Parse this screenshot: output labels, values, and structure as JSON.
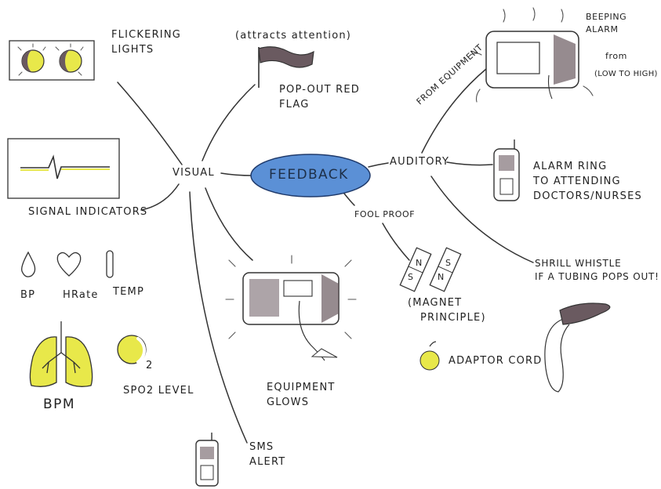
{
  "center": {
    "label": "FEEDBACK"
  },
  "branches": {
    "visual": "VISUAL",
    "auditory": "AUDITORY",
    "fool_proof": "FOOL PROOF",
    "from_equipment": "FROM EQUIPMENT"
  },
  "visual_items": {
    "flickering_lights": [
      "FLICKERING",
      "LIGHTS"
    ],
    "attracts_attention": "(attracts attention)",
    "pop_out_flag": [
      "POP-OUT RED",
      "FLAG"
    ],
    "signal_indicators": "SIGNAL INDICATORS",
    "equipment_glows": [
      "EQUIPMENT",
      "GLOWS"
    ],
    "sms_alert": [
      "SMS",
      "ALERT"
    ]
  },
  "vitals": {
    "bp": "BP",
    "hrate": "HRate",
    "temp": "TEMP",
    "bpm": "BPM",
    "spo2": "SPO2 LEVEL",
    "o2_subscript": "2"
  },
  "auditory_items": {
    "beeping_alarm": [
      "BEEPING",
      "ALARM"
    ],
    "from": "from",
    "low_to_high": "(LOW TO HIGH)",
    "alarm_ring": [
      "ALARM RING",
      "TO ATTENDING",
      "DOCTORS/NURSES"
    ],
    "shrill_whistle": [
      "SHRILL WHISTLE",
      "IF A TUBING POPS OUT!"
    ]
  },
  "fool_proof_items": {
    "magnet_principle": [
      "(MAGNET",
      "PRINCIPLE)"
    ],
    "adaptor_cord": "ADAPTOR CORD",
    "magnet_letters": [
      "S",
      "N",
      "N",
      "S"
    ]
  },
  "colors": {
    "ink": "#222222",
    "feedback_fill": "#5b90d6",
    "highlight_yellow": "#e8e84a",
    "device_shade": "#6a5a60"
  }
}
